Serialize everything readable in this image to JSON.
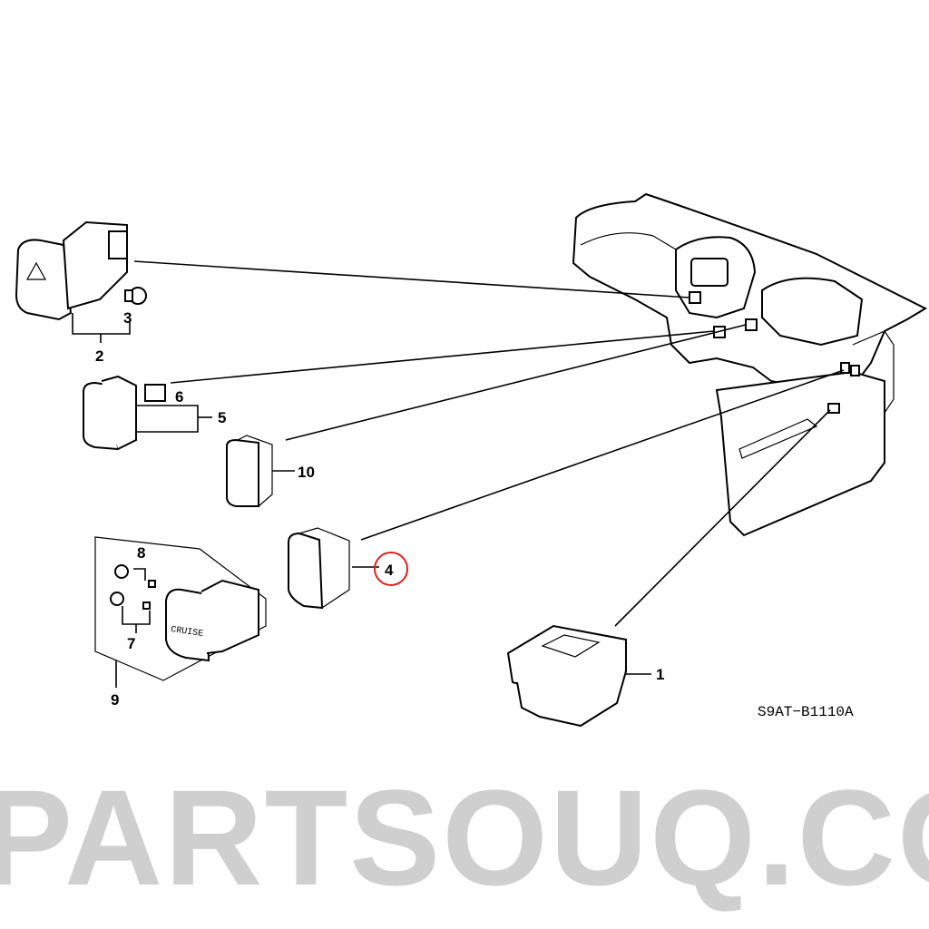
{
  "diagram_code": "S9AT−B1110A",
  "watermark": "PARTSOUQ.COM",
  "highlight_color": "#e02020",
  "callouts": [
    {
      "id": "1",
      "label": "1"
    },
    {
      "id": "2",
      "label": "2"
    },
    {
      "id": "3",
      "label": "3"
    },
    {
      "id": "4",
      "label": "4",
      "highlighted": true
    },
    {
      "id": "5",
      "label": "5"
    },
    {
      "id": "6",
      "label": "6"
    },
    {
      "id": "7",
      "label": "7"
    },
    {
      "id": "8",
      "label": "8"
    },
    {
      "id": "9",
      "label": "9"
    },
    {
      "id": "10",
      "label": "10"
    }
  ],
  "switch_text": "CRUISE"
}
